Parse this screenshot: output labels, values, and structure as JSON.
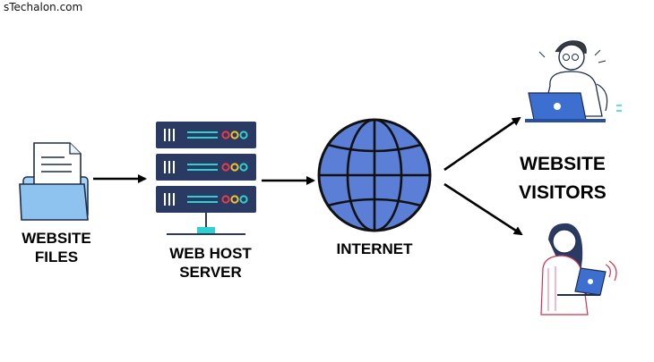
{
  "watermark": "sTechalon.com",
  "nodes": {
    "files": {
      "line1": "WEBSITE",
      "line2": "FILES"
    },
    "server": {
      "line1": "WEB HOST",
      "line2": "SERVER"
    },
    "internet": {
      "label": "INTERNET"
    },
    "visitors": {
      "line1": "WEBSITE",
      "line2": "VISITORS"
    }
  },
  "colors": {
    "server_body": "#2b3a63",
    "server_led_red": "#e83a4a",
    "server_led_yellow": "#f2c12e",
    "server_led_cyan": "#2fd0d0",
    "globe_fill": "#5b7fd6",
    "folder": "#8ec3ef",
    "laptop": "#3d6fd1"
  }
}
